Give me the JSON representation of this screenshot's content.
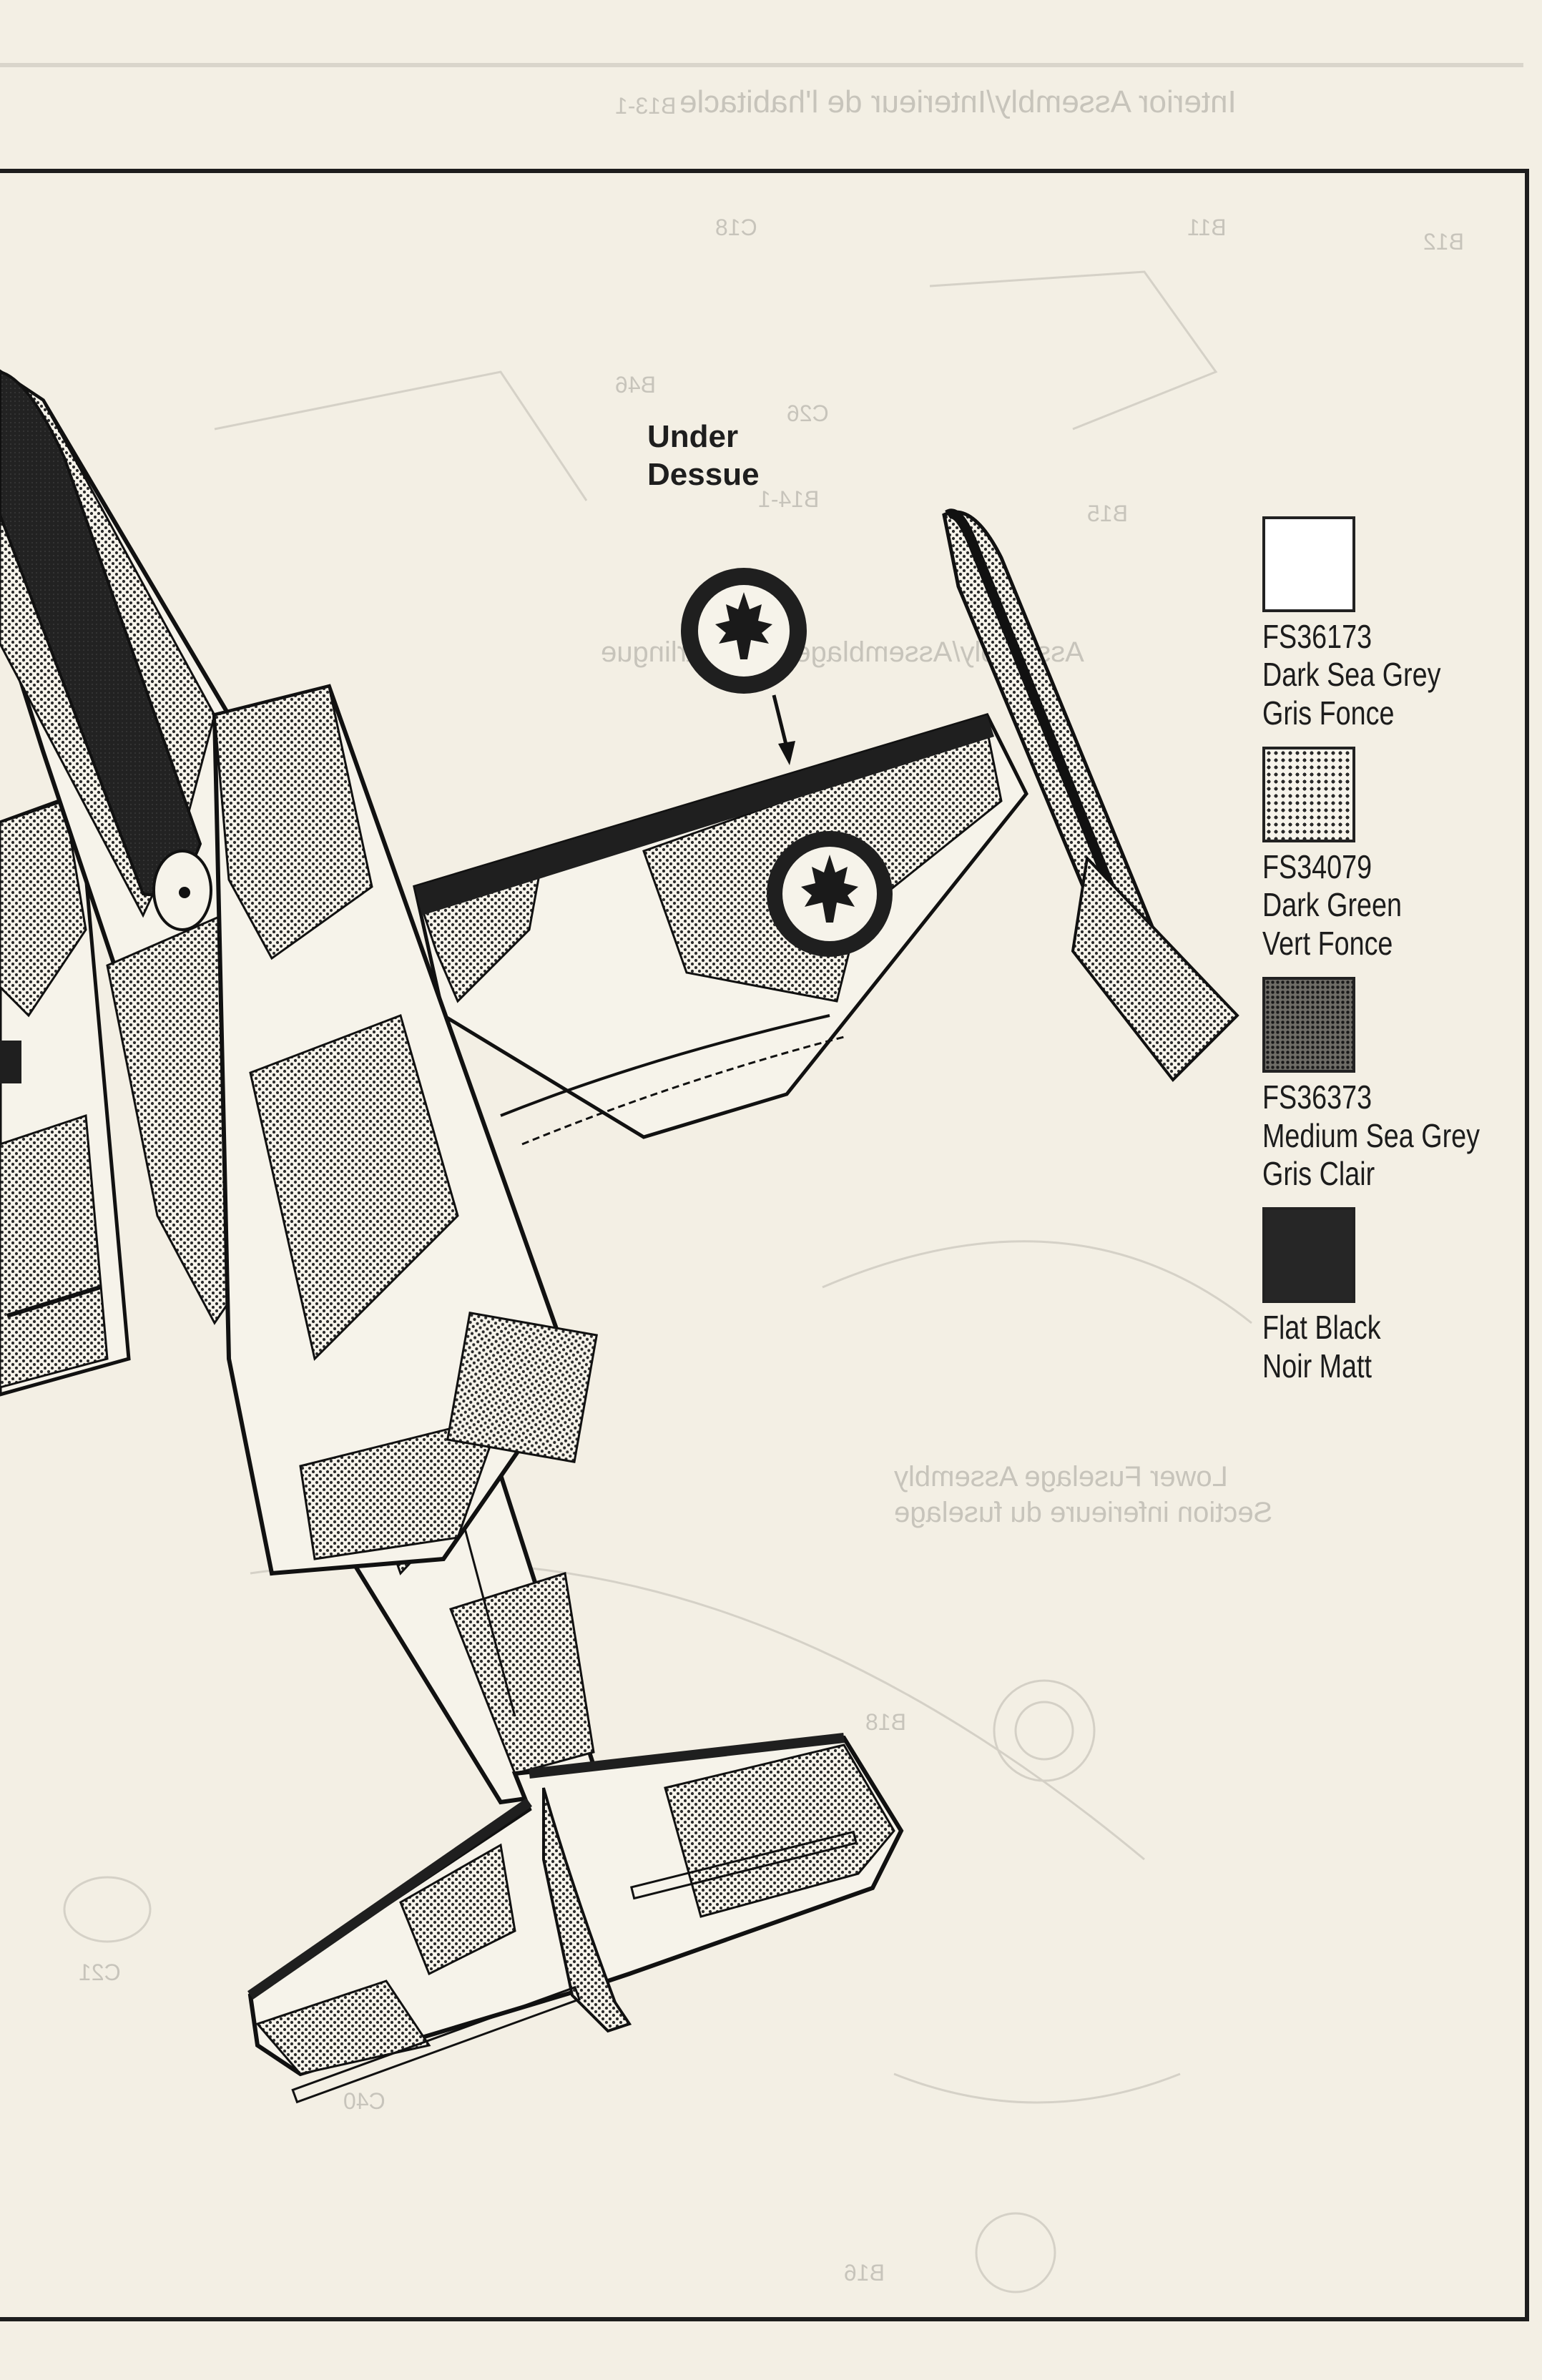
{
  "background_bleed": {
    "header": "Interior Assembly/Interieur de l'habitacle",
    "step4": "Assembly/Assemblage de la carlingue",
    "step5_line1": "Lower Fuselage Assembly",
    "step5_line2": "Section inferieure du fuselage",
    "part_labels": [
      "B13-1",
      "C18",
      "B11",
      "B12",
      "B46",
      "C26",
      "B14-1",
      "B15",
      "B18",
      "C21",
      "C40",
      "B16"
    ]
  },
  "under_label": {
    "line1": "Under",
    "line2": "Dessue"
  },
  "legend": [
    {
      "code": "FS36173",
      "name_en": "Dark Sea Grey",
      "name_fr": "Gris Fonce",
      "swatch": "white",
      "color": "#ffffff"
    },
    {
      "code": "FS34079",
      "name_en": "Dark Green",
      "name_fr": "Vert Fonce",
      "swatch": "light-dot",
      "color": "#c9c6be"
    },
    {
      "code": "FS36373",
      "name_en": "Medium Sea Grey",
      "name_fr": "Gris Clair",
      "swatch": "dense-dot",
      "color": "#8a8780"
    },
    {
      "code": "",
      "name_en": "Flat Black",
      "name_fr": "Noir Matt",
      "swatch": "black",
      "color": "#262626"
    }
  ]
}
